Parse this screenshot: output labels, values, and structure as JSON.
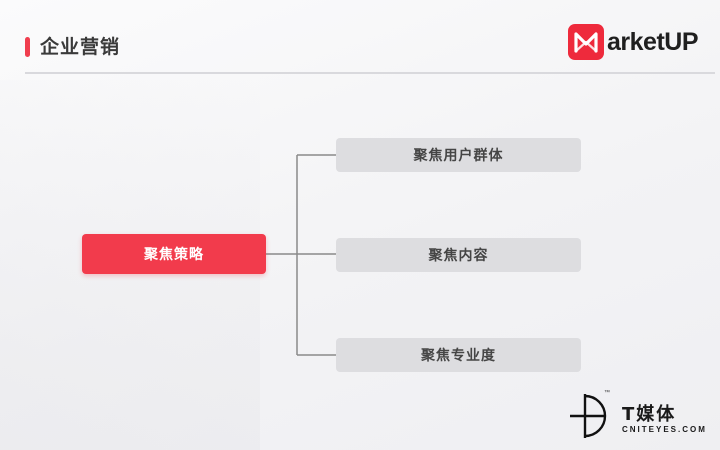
{
  "header": {
    "title": "企业营销",
    "brand_name": "arketUP",
    "brand_icon": "marketup-m-logo-icon",
    "accent_color": "#f03e4e"
  },
  "diagram": {
    "root": {
      "label": "聚焦策略",
      "color": "#f23b4c"
    },
    "children": [
      {
        "label": "聚焦用户群体"
      },
      {
        "label": "聚焦内容"
      },
      {
        "label": "聚焦专业度"
      }
    ],
    "child_color": "#dddde0",
    "connector_color": "#8a8a8a"
  },
  "footer": {
    "logo_icon": "t-media-d-logo-icon",
    "tm": "™",
    "name": "T媒体",
    "sub": "CNITEYES.COM"
  }
}
